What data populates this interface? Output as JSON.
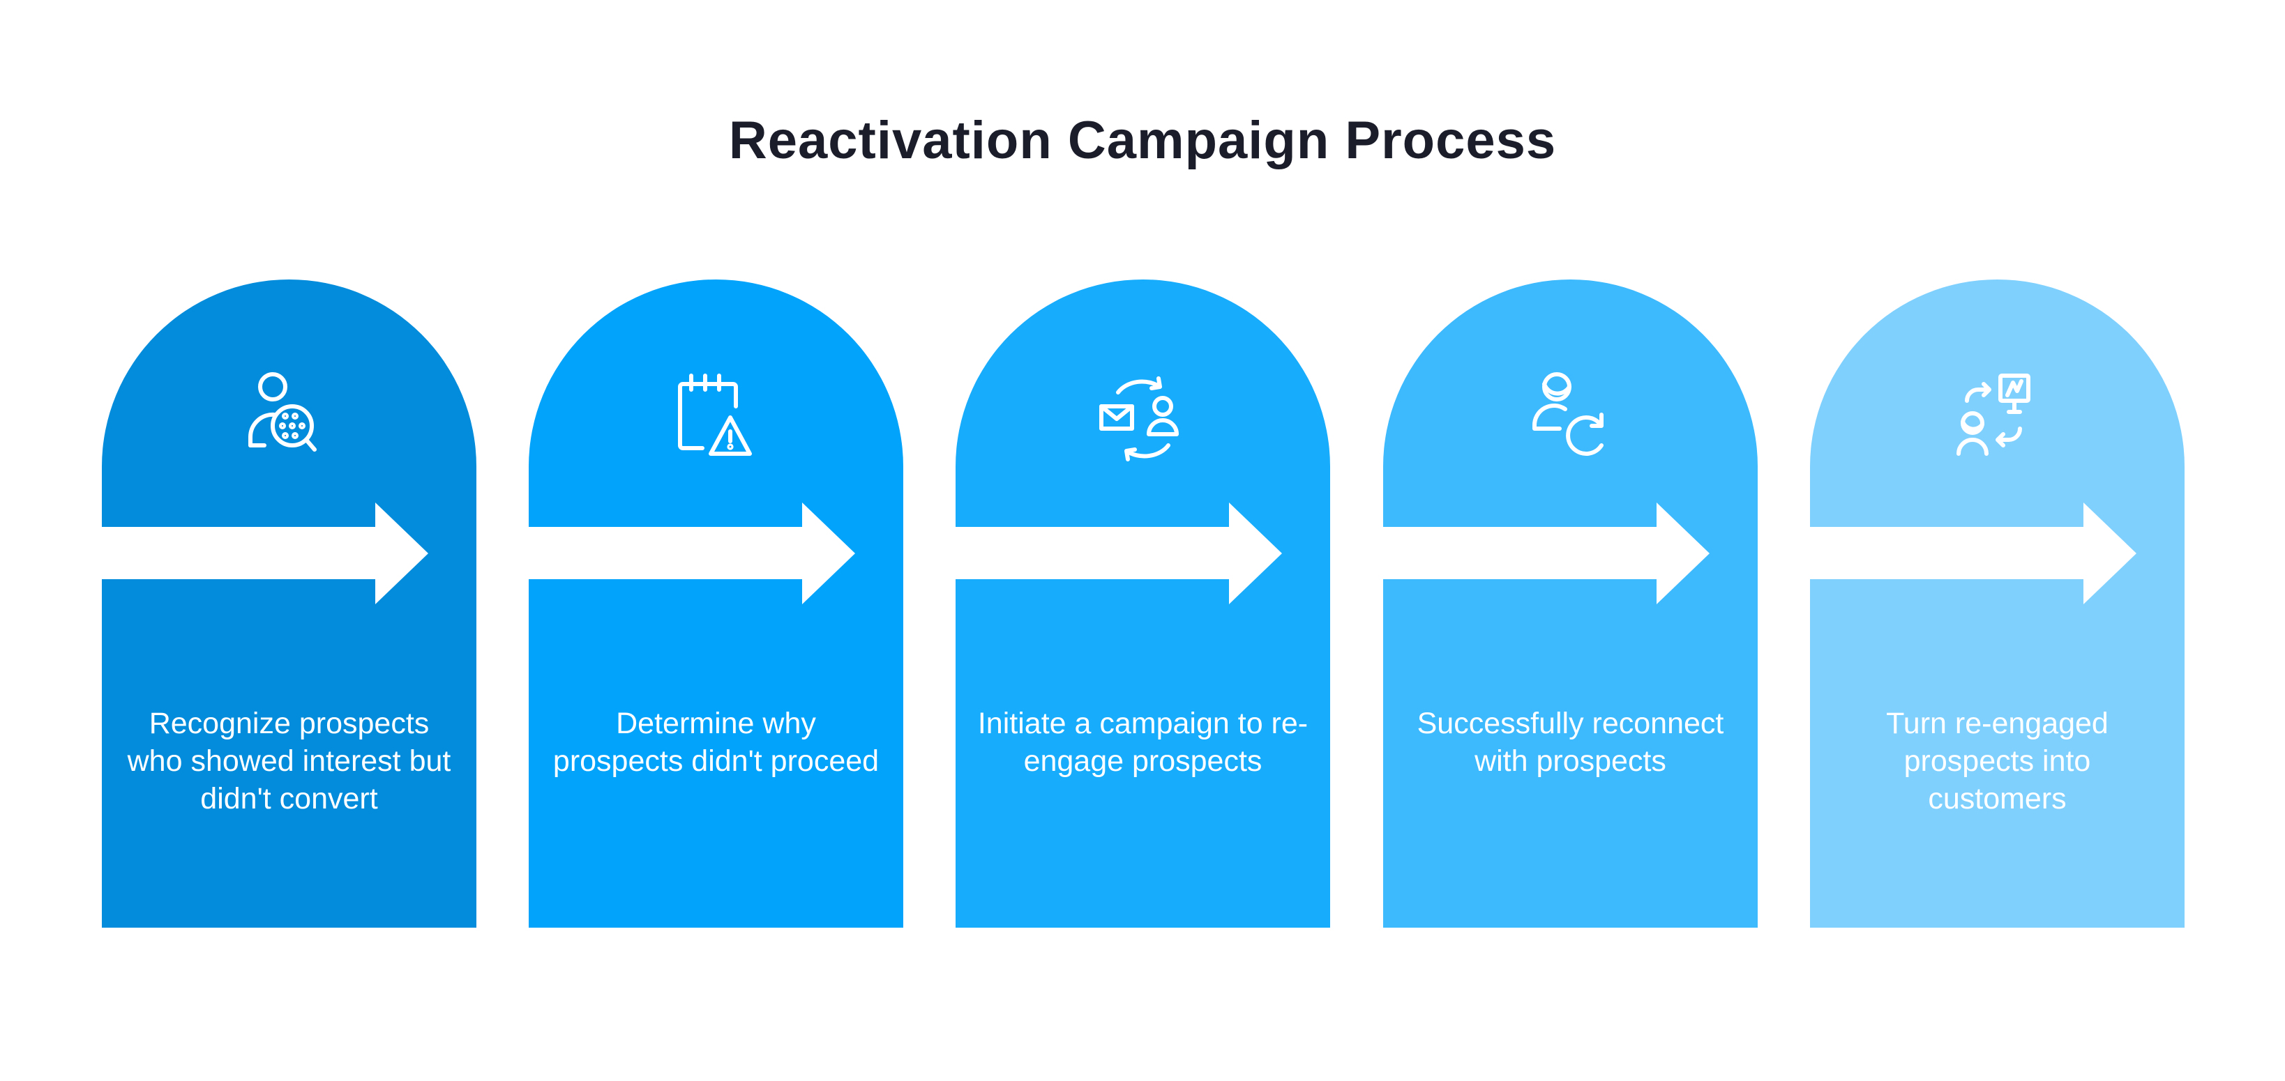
{
  "title": "Reactivation Campaign Process",
  "steps": [
    {
      "text": "Recognize prospects who showed interest but didn't convert",
      "icon": "user-search-icon",
      "color": "#038CDB"
    },
    {
      "text": "Determine why prospects didn't proceed",
      "icon": "calendar-warning-icon",
      "color": "#02A3FB"
    },
    {
      "text": "Initiate a campaign to re-engage prospects",
      "icon": "email-cycle-icon",
      "color": "#17ACFC"
    },
    {
      "text": "Successfully reconnect with prospects",
      "icon": "user-refresh-icon",
      "color": "#3DB9FD"
    },
    {
      "text": "Turn re-engaged prospects into customers",
      "icon": "user-presentation-icon",
      "color": "#80D0FE"
    }
  ]
}
